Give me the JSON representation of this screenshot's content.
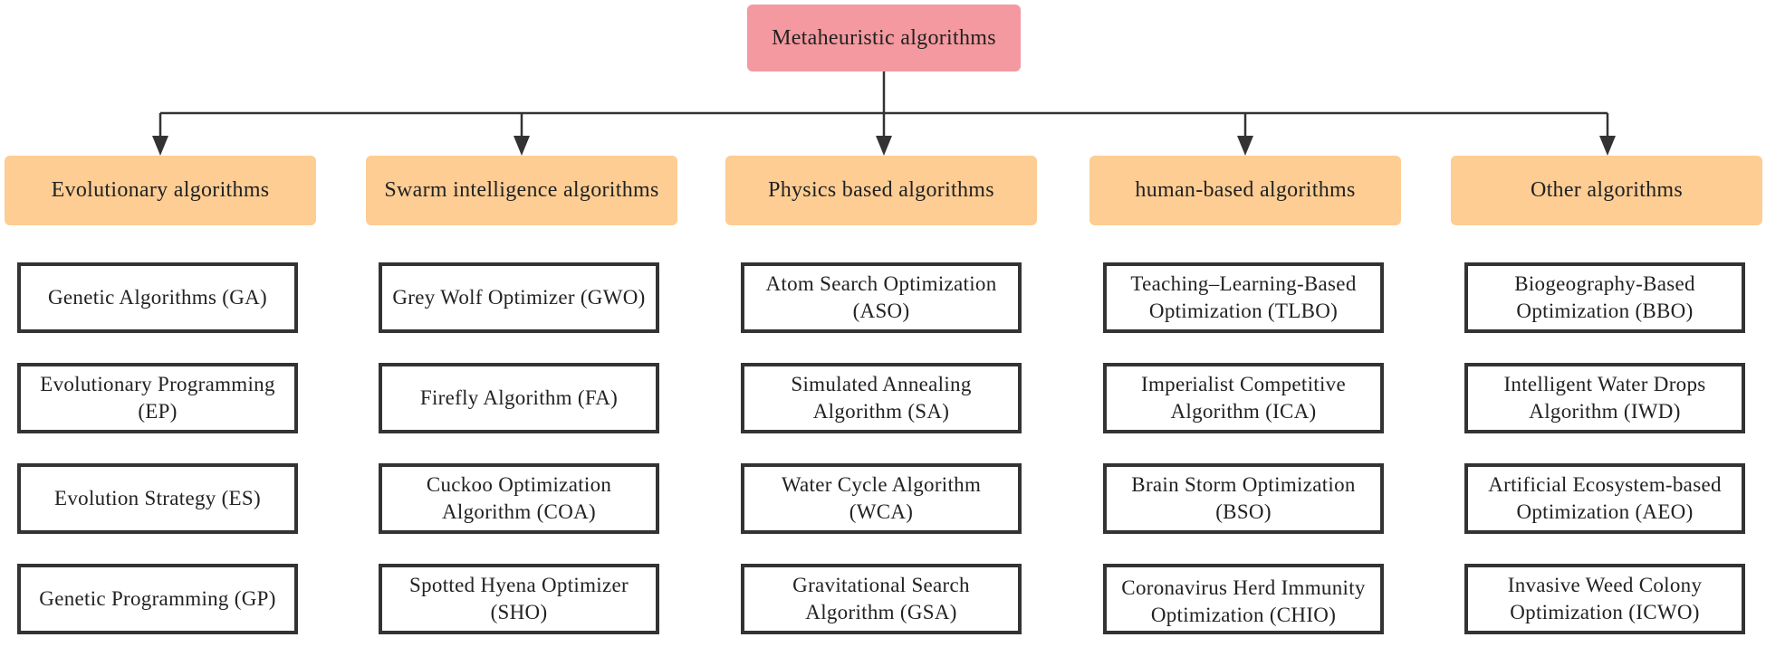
{
  "root": {
    "label": "Metaheuristic algorithms"
  },
  "categories": [
    {
      "label": "Evolutionary algorithms",
      "algorithms": [
        "Genetic Algorithms (GA)",
        "Evolutionary Programming (EP)",
        "Evolution Strategy (ES)",
        "Genetic Programming (GP)"
      ]
    },
    {
      "label": "Swarm intelligence algorithms",
      "algorithms": [
        "Grey Wolf Optimizer (GWO)",
        "Firefly Algorithm (FA)",
        "Cuckoo Optimization Algorithm (COA)",
        "Spotted Hyena Optimizer (SHO)"
      ]
    },
    {
      "label": "Physics based algorithms",
      "algorithms": [
        "Atom Search Optimization (ASO)",
        "Simulated Annealing Algorithm (SA)",
        "Water Cycle Algorithm (WCA)",
        "Gravitational Search Algorithm (GSA)"
      ]
    },
    {
      "label": "human-based algorithms",
      "algorithms": [
        "Teaching–Learning-Based Optimization (TLBO)",
        "Imperialist Competitive Algorithm (ICA)",
        "Brain Storm Optimization (BSO)",
        "Coronavirus Herd Immunity Optimization (CHIO)"
      ]
    },
    {
      "label": "Other algorithms",
      "algorithms": [
        "Biogeography-Based Optimization (BBO)",
        "Intelligent Water Drops Algorithm (IWD)",
        "Artificial Ecosystem-based Optimization (AEO)",
        "Invasive Weed Colony Optimization (ICWO)"
      ]
    }
  ],
  "colors": {
    "root_fill": "#f4999f",
    "category_fill": "#fdcd93",
    "box_border": "#333333",
    "connector": "#333333"
  }
}
